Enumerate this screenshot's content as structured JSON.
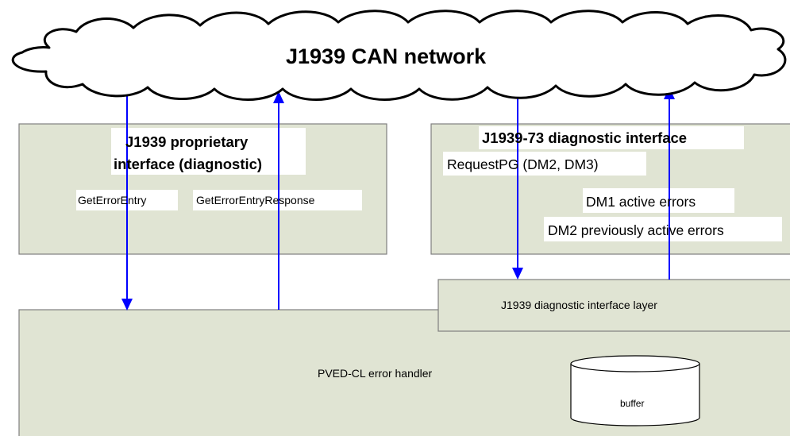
{
  "network": {
    "title": "J1939 CAN network"
  },
  "proprietary_interface": {
    "title_line1": "J1939 proprietary",
    "title_line2": "interface (diagnostic)",
    "request_label": "GetErrorEntry",
    "response_label": "GetErrorEntryResponse"
  },
  "diagnostic_interface": {
    "title": "J1939-73 diagnostic interface",
    "request_label": "RequestPG (DM2, DM3)",
    "dm1_label": "DM1 active errors",
    "dm2_label": "DM2 previously active errors"
  },
  "interface_layer": {
    "label": "J1939 diagnostic interface layer"
  },
  "error_handler": {
    "label": "PVED-CL error handler",
    "buffer_label": "buffer"
  },
  "colors": {
    "box_fill": "#e0e4d3",
    "arrow": "#0000ff",
    "cloud_outline": "#000000"
  }
}
